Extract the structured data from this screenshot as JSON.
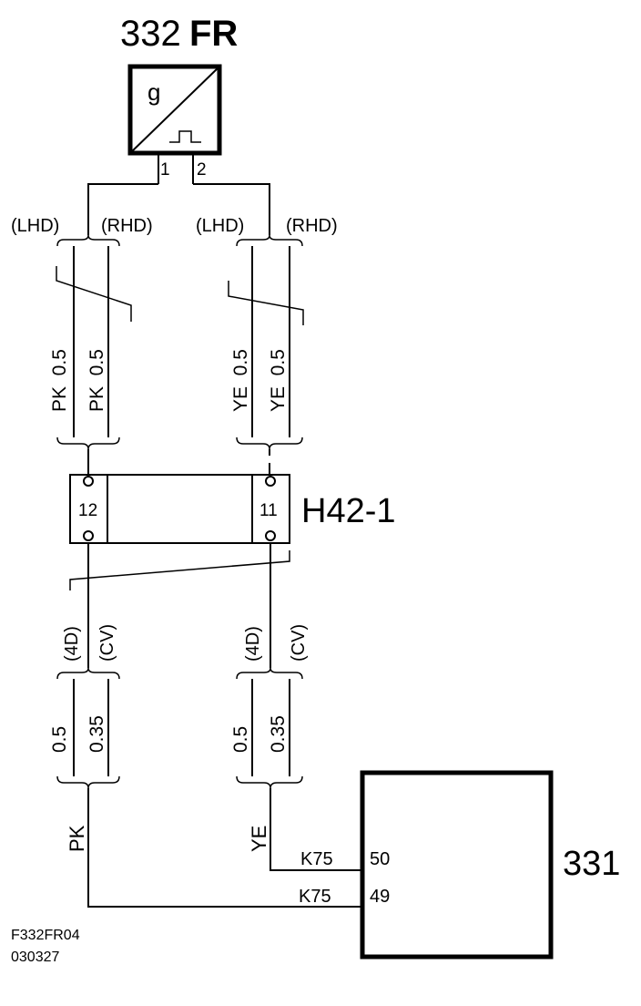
{
  "sensor": {
    "title_num": "332",
    "title_suffix": "FR",
    "symbol_letter": "g",
    "pin1": "1",
    "pin2": "2"
  },
  "variants_top": {
    "left_a": "(LHD)",
    "left_b": "(RHD)",
    "right_a": "(LHD)",
    "right_b": "(RHD)"
  },
  "wires_top": {
    "pk_1": "PK  0.5",
    "pk_2": "PK  0.5",
    "ye_1": "YE  0.5",
    "ye_2": "YE  0.5"
  },
  "connector": {
    "name": "H42-1",
    "pin_left": "12",
    "pin_right": "11"
  },
  "variants_bottom": {
    "left_a": "(4D)",
    "left_b": "(CV)",
    "right_a": "(4D)",
    "right_b": "(CV)"
  },
  "wires_bottom": {
    "left_1": "0.5",
    "left_2": "0.35",
    "right_1": "0.5",
    "right_2": "0.35"
  },
  "colors_bottom": {
    "left": "PK",
    "right": "YE"
  },
  "module": {
    "name": "331",
    "connector_a": "K75",
    "pin_a": "50",
    "connector_b": "K75",
    "pin_b": "49"
  },
  "footer": {
    "line1": "F332FR04",
    "line2": "030327"
  }
}
